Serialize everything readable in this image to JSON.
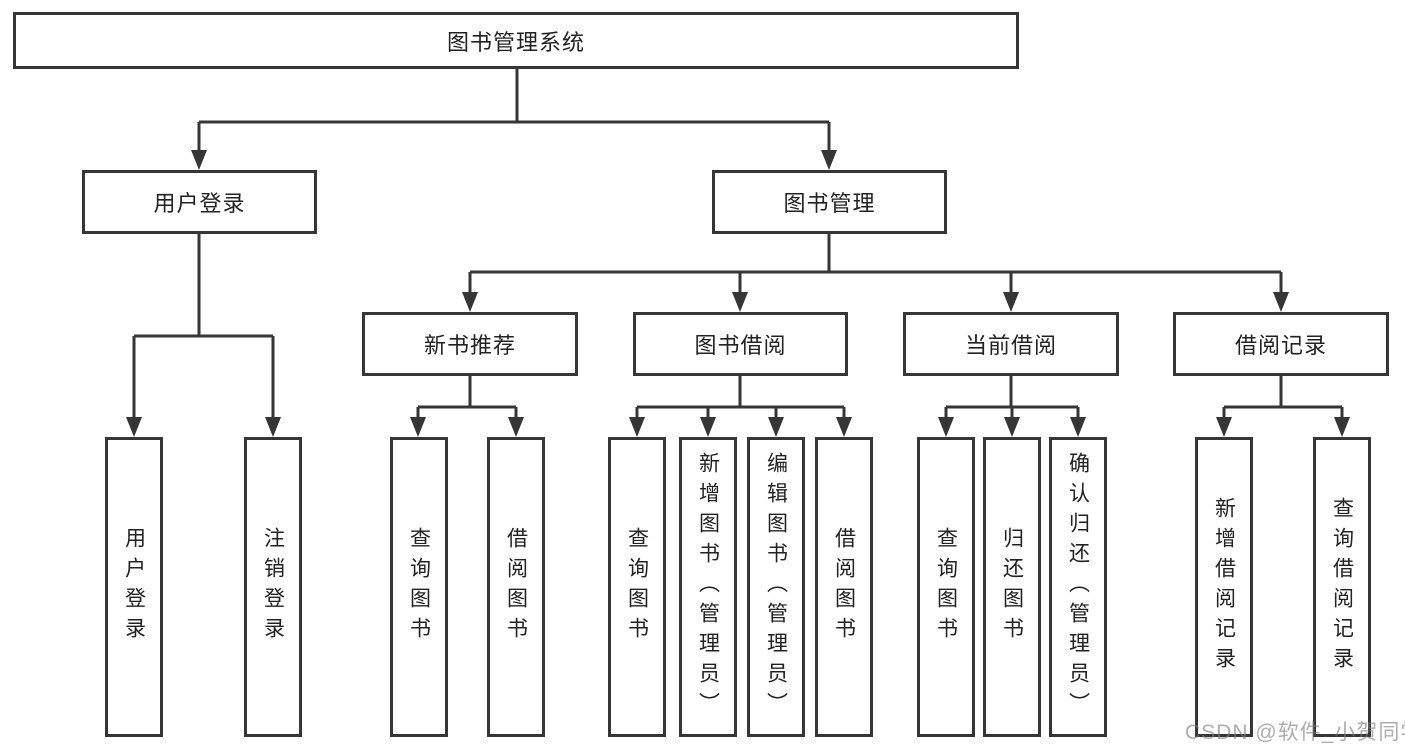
{
  "diagram": {
    "root": {
      "label": "图书管理系统"
    },
    "user_login": {
      "label": "用户登录",
      "children": [
        "用户登录",
        "注销登录"
      ]
    },
    "book_management": {
      "label": "图书管理"
    },
    "new_book_rec": {
      "label": "新书推荐",
      "children": [
        "查询图书",
        "借阅图书"
      ]
    },
    "book_borrow": {
      "label": "图书借阅",
      "children": [
        "查询图书",
        "新增图书（管理员）",
        "编辑图书（管理员）",
        "借阅图书"
      ]
    },
    "current_borrow": {
      "label": "当前借阅",
      "children": [
        "查询图书",
        "归还图书",
        "确认归还（管理员）"
      ]
    },
    "borrow_record": {
      "label": "借阅记录",
      "children": [
        "新增借阅记录",
        "查询借阅记录"
      ]
    }
  },
  "watermark": {
    "text": "CSDN @软件_小贺同学"
  },
  "colors": {
    "line": "#363636",
    "box_border": "#363636",
    "text": "#222222",
    "background": "#ffffff"
  }
}
